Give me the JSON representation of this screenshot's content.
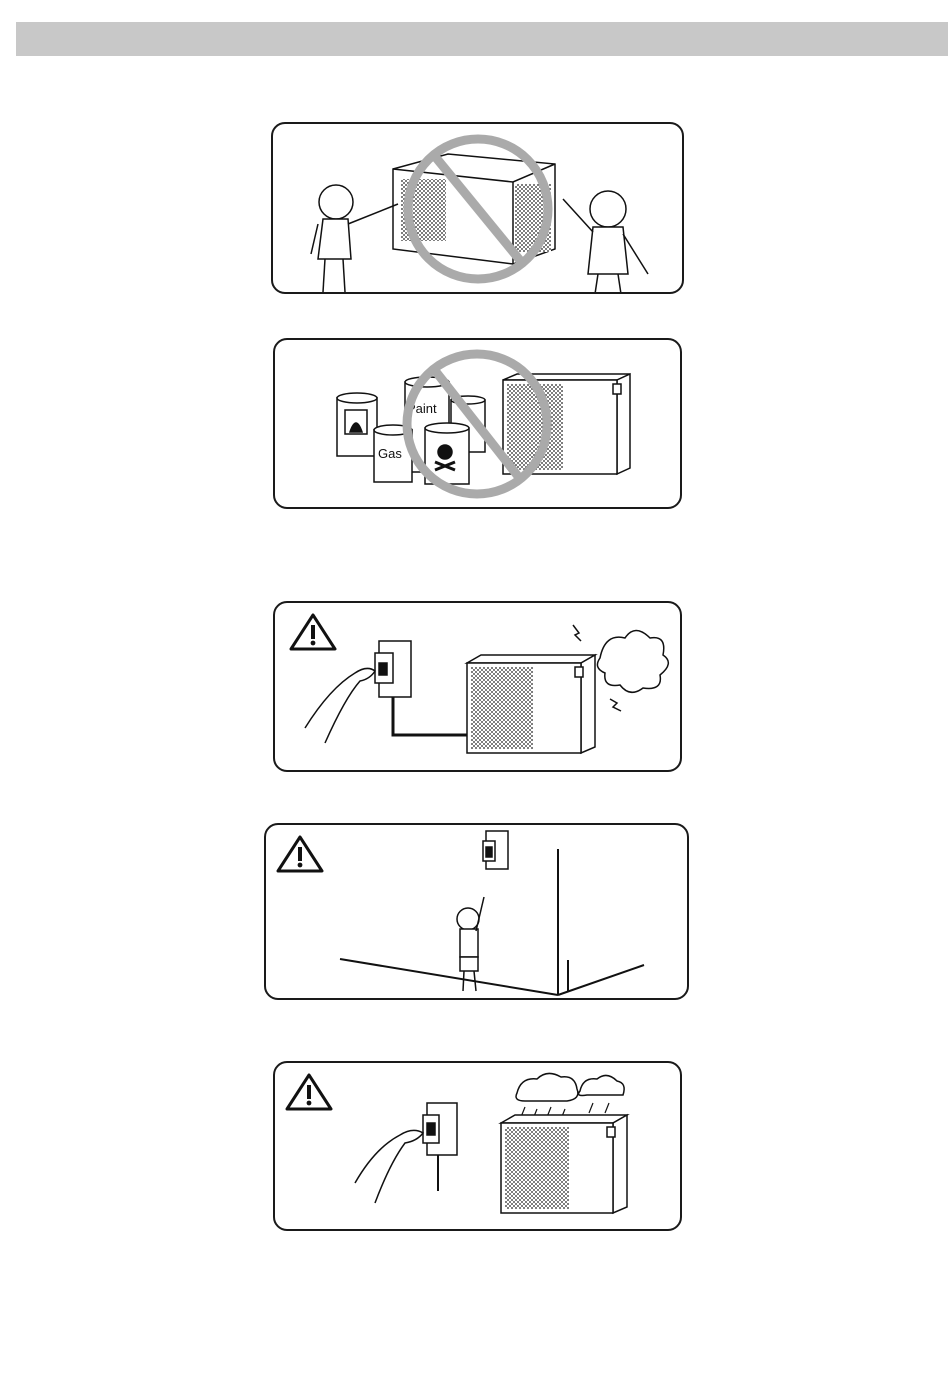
{
  "panels": [
    {
      "id": "children-touch-unit",
      "kind": "prohibited"
    },
    {
      "id": "flammables-near-unit",
      "kind": "prohibited",
      "labels": {
        "paint": "Paint",
        "gas": "Gas"
      }
    },
    {
      "id": "switch-off-abnormal",
      "kind": "warning"
    },
    {
      "id": "switch-out-of-reach",
      "kind": "warning"
    },
    {
      "id": "switch-off-storm",
      "kind": "warning"
    }
  ],
  "icons": {
    "prohibition": "prohibition-sign-icon",
    "warning": "warning-triangle-icon"
  }
}
